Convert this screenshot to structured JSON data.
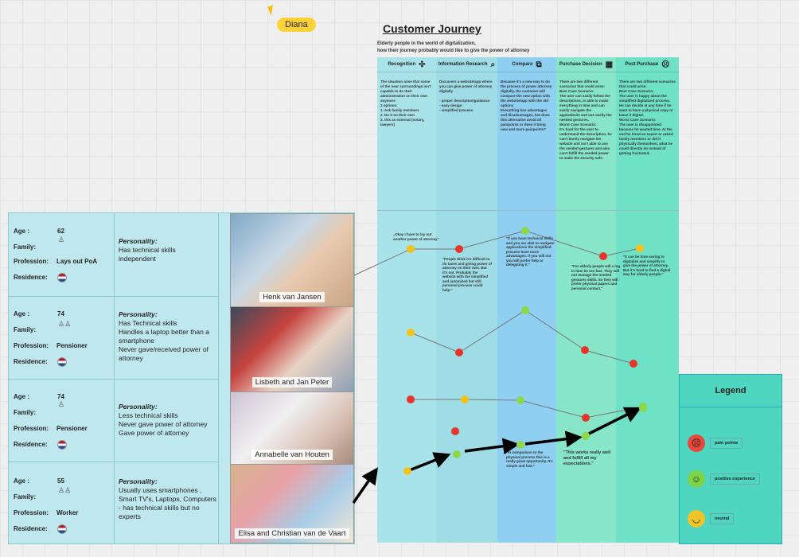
{
  "cursor_user": "Diana",
  "title": "Customer Journey",
  "subtitle": "Elderly people in the world of  digitalization,\nhow their journey probably would like to give the power of attorney",
  "stages": [
    {
      "label": "Recognition",
      "icon": "puzzle-icon",
      "glyph": "✣",
      "color": "#a9e3ea",
      "text": "The situation arise that some of the near surroundings isn't capable to do their administration on their own anymore\n2 options:\n1. Ask  family members\n2. Do it on their own\n3. this as external (notary, lawyers)"
    },
    {
      "label": "Information Research",
      "icon": "magnifier-icon",
      "glyph": "⌕",
      "color": "#9fdde6",
      "text": "Discovers a website/app where you can give power of attorney digitally\n\n- proper description/guidance\n- easy design\n- simplified process"
    },
    {
      "label": "Compare",
      "icon": "compare-icon",
      "glyph": "⧉",
      "color": "#8fcff2",
      "text": "Because it's a new way to do the process of power attorney digitally, the customer will compare the new option with the website/app with the old options\nEverything has advantages and disadvantages, but does this alternative avoid all painpoints or does it bring new and more painpoints?"
    },
    {
      "label": "Purchase Decision",
      "icon": "calculator-icon",
      "glyph": "▦",
      "color": "#86e6c7",
      "text": "There are two different scenarios that could arise:\nBest Case Scenario:\nThe user can easily follow the descriptions, is able to make everything in time and can easily navigate the app/website and use easily the needed gestures.\nWorst Case Scenario:\nIt's hard for the user to understand the description, he can't barely navigate the website and isn't able to use the needed gestures and also can't fulfill the needed power to make the security safe."
    },
    {
      "label": "Post Purchase",
      "icon": "sad-face-icon",
      "glyph": "☹",
      "color": "#6fe1c6",
      "text": "There are two different scenarios that could arise:\nBest Case Scenario:\nThe user is happy about the simplified digitalized process. He can decide at any time if he want to have a physical copy or leave it digital.\nWorst Case Scenario:\nThe user is disappointed because he wasted time. At the end he hired an expert or asked family members or did it physically themselves; what he could directly do instead of getting frustrated."
    }
  ],
  "labels": {
    "age": "Age :",
    "family": "Family:",
    "profession": "Profession:",
    "residence": "Residence:",
    "personality": "Personality:"
  },
  "personas": [
    {
      "name": "Henk van Jansen",
      "age": "62",
      "profession": "Lays out PoA",
      "personality": "Has technical skills\nindependent"
    },
    {
      "name": "Lisbeth and Jan Peter",
      "age": "74",
      "profession": "Pensioner",
      "personality": "Has Technical skills\nHandles a laptop better than a smartphone\nNever gave/received power of attorney"
    },
    {
      "name": "Annabelle van Houten",
      "age": "74",
      "profession": "Pensioner",
      "personality": "Less technical skills\nNever gave power of attorney\nGave power of attorney"
    },
    {
      "name": "Elisa and Christian van de Vaart",
      "age": "55",
      "profession": "Worker",
      "personality": "Usually uses smartphones , Smart TV's, Laptops, Computers\n- has technical skills but no experts"
    }
  ],
  "notes": [
    "„Okay I have to lay out another power of attorney\"",
    "\"People think it's difficult to do taxes and giving power of attorney on their own. But it's not. Probably the website with the simplified and automized but still personal process could help.\"",
    "\"If you have technical skills and you are able to navigate applications the simplified process have more advantages. If you still not you will prefer help or delegating it.\"",
    "\"For elderly people will a log in time be too fast. They will not manage the needed gestures skills. So they will prefer physical papers and personal contact.\"",
    "\"It can be time saving to digitalize and simplify to give the power of attorney. But it's hard to find a digital way for elderly people.\"",
    "\"This works really well and fulfill all my expectations.\"",
    "\"In comparison to the physical process this is a really great opportunity. It's simple and fast.\""
  ],
  "legend": {
    "title": "Legend",
    "items": [
      {
        "label": "pain points",
        "icon": "angry-face-icon",
        "color": "#e8473c",
        "glyph": "☹"
      },
      {
        "label": "positive experience",
        "icon": "smiling-face-icon",
        "color": "#7dd44a",
        "glyph": "☺"
      },
      {
        "label": "neutral",
        "icon": "neutral-face-icon",
        "color": "#f0c428",
        "glyph": "◡"
      }
    ]
  },
  "colors": {
    "pain": "#e8352c",
    "positive": "#8bd94a",
    "neutral": "#f3c21a"
  }
}
